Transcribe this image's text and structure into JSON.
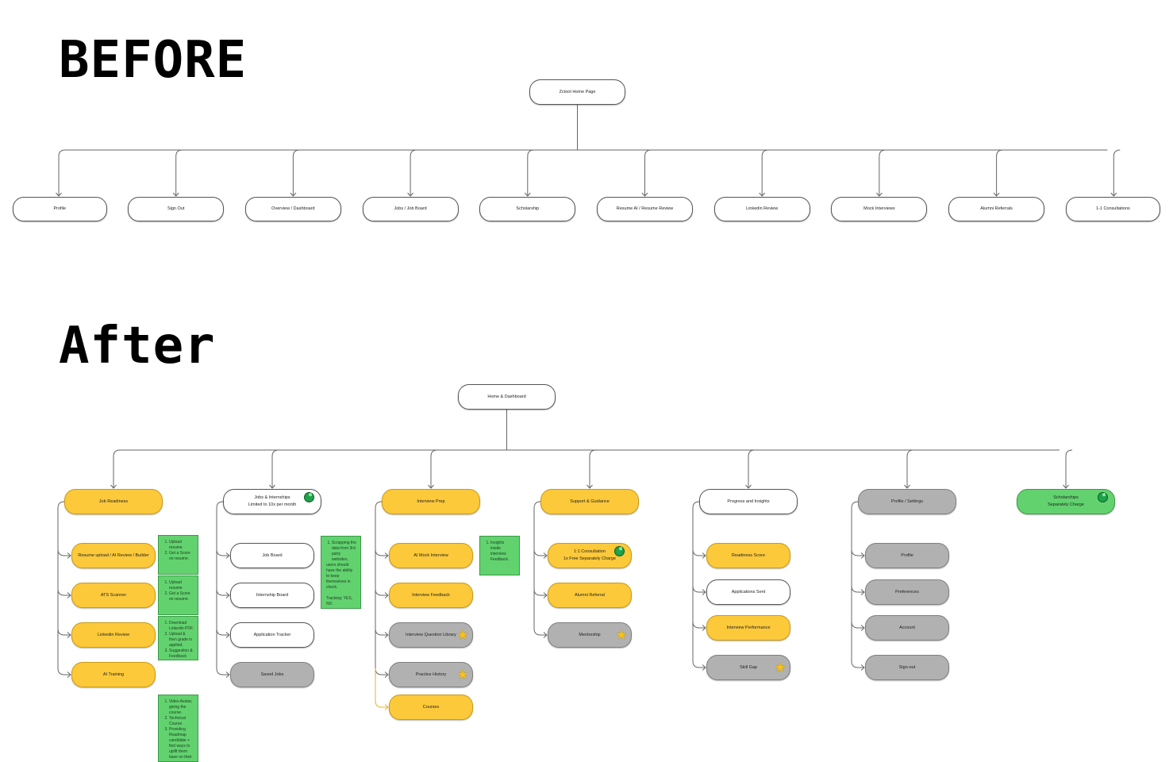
{
  "before": {
    "heading": "BEFORE",
    "root": "Zctoot Home Page",
    "items": [
      "Profile",
      "Sign Out",
      "Overview / Dashboard",
      "Jobs / Job Board",
      "Scholarship",
      "Resume AI / Resume Review",
      "Linkedin Review",
      "Mock Interviews",
      "Alumni Referrals",
      "1-1 Consultations"
    ]
  },
  "after": {
    "heading": "After",
    "root": "Home & Dashboard",
    "columns": [
      {
        "label": "Job Readiness",
        "color": "yellow",
        "children": [
          {
            "label": "Resume upload / AI Review / Builder",
            "color": "yellow"
          },
          {
            "label": "ATS Scanner",
            "color": "yellow"
          },
          {
            "label": "Linkedin Review",
            "color": "yellow"
          },
          {
            "label": "AI Training",
            "color": "yellow"
          }
        ],
        "notes": [
          {
            "items": [
              "Upload resume",
              "Get a Score on resume."
            ]
          },
          {
            "items": [
              "Upload resume",
              "Get a Score on resume."
            ]
          },
          {
            "items": [
              "Download Linkedin PDF.",
              "Upload & then grade is applied.",
              "Suggestion & Feedback"
            ]
          },
          {
            "items": [
              "Video Avatar, giving the course.",
              "Technical Course.",
              "Providing Roadmap candidate + find ways to uplift them base on their"
            ]
          }
        ]
      },
      {
        "label": "Jobs & Internships",
        "sublabel": "Limited to 10x per month",
        "color": "white",
        "badge": "green-leaf",
        "children": [
          {
            "label": "Job Board",
            "color": "white"
          },
          {
            "label": "Internship Board",
            "color": "white"
          },
          {
            "label": "Application Tracker",
            "color": "white"
          },
          {
            "label": "Saved Jobs",
            "color": "gray"
          }
        ],
        "notes": [
          {
            "items": [
              "Scrapping the data from 3rd party websites,"
            ],
            "text": "users should have the ability to keep themselves in check.\n\nTracking: YES, NO"
          }
        ]
      },
      {
        "label": "Interview Prep",
        "color": "yellow",
        "children": [
          {
            "label": "AI Mock Interview",
            "color": "yellow"
          },
          {
            "label": "Interview Feedback",
            "color": "yellow"
          },
          {
            "label": "Interview Question Library",
            "color": "gray",
            "icon": "star-icon"
          },
          {
            "label": "Practice History",
            "color": "gray",
            "icon": "star-icon"
          },
          {
            "label": "Courses",
            "color": "yellow"
          }
        ],
        "notes": [
          {
            "items": [
              "Insights inside interview Feedback."
            ]
          }
        ]
      },
      {
        "label": "Support & Guidance",
        "color": "yellow",
        "children": [
          {
            "label": "1:1 Consultation",
            "sublabel": "1x Free Separately Charge",
            "color": "yellow",
            "badge": "green-leaf"
          },
          {
            "label": "Alumni Referral",
            "color": "yellow"
          },
          {
            "label": "Mentorship",
            "color": "gray",
            "icon": "star-icon"
          }
        ]
      },
      {
        "label": "Progress and Insights",
        "color": "white",
        "children": [
          {
            "label": "Readiness Score",
            "color": "yellow"
          },
          {
            "label": "Applications Sent",
            "color": "white"
          },
          {
            "label": "Interview Performance",
            "color": "yellow"
          },
          {
            "label": "Skill Gap",
            "color": "gray",
            "icon": "star-icon"
          }
        ]
      },
      {
        "label": "Profile / Settings",
        "color": "gray",
        "children": [
          {
            "label": "Profile",
            "color": "gray"
          },
          {
            "label": "Preferences",
            "color": "gray"
          },
          {
            "label": "Account",
            "color": "gray"
          },
          {
            "label": "Sign-out",
            "color": "gray"
          }
        ]
      },
      {
        "label": "Scholarships",
        "sublabel": "Separately Charge",
        "color": "green",
        "badge": "green-leaf",
        "children": []
      }
    ]
  },
  "colors": {
    "yellow": "#fcc93a",
    "gray": "#b1b1b1",
    "green": "#62d26f",
    "line": "#666666",
    "courses_branch": "#e1b52a"
  }
}
